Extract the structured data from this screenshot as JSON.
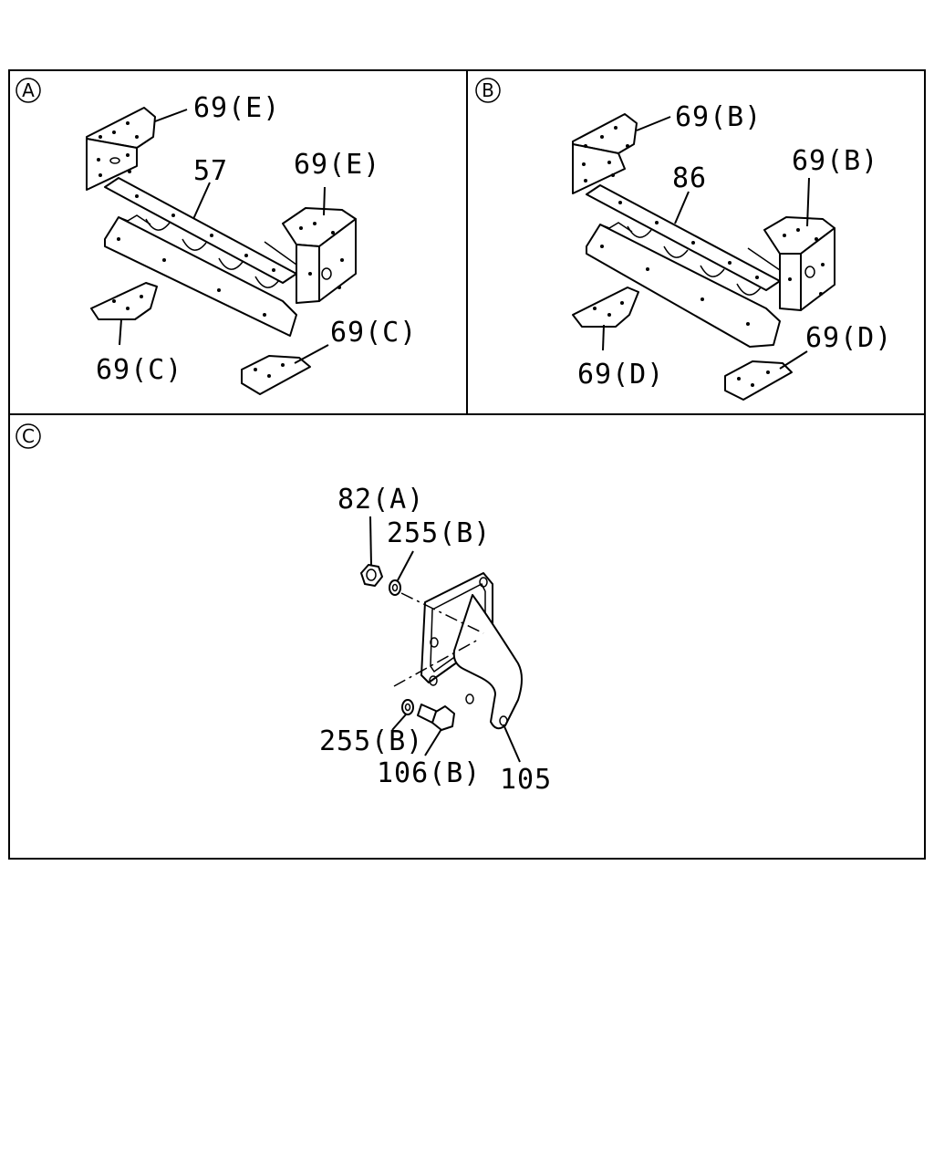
{
  "panels": [
    {
      "id": "A",
      "labels": [
        "69(E)",
        "57",
        "69(E)",
        "69(C)",
        "69(C)"
      ]
    },
    {
      "id": "B",
      "labels": [
        "69(B)",
        "86",
        "69(B)",
        "69(D)",
        "69(D)"
      ]
    },
    {
      "id": "C",
      "labels": [
        "82(A)",
        "255(B)",
        "255(B)",
        "106(B)",
        "105"
      ]
    }
  ]
}
